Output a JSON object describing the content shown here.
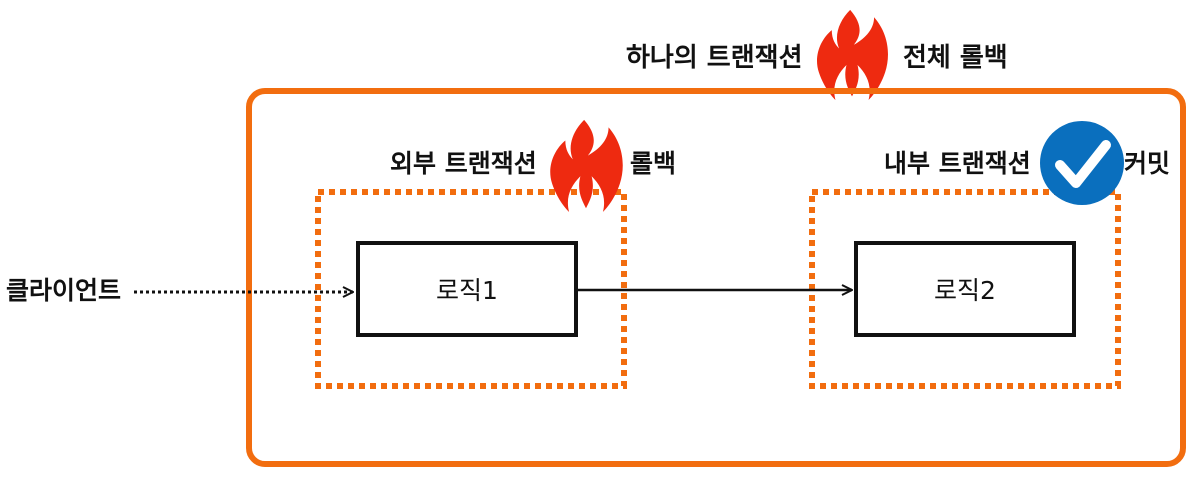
{
  "labels": {
    "global_prefix": "하나의 트랜잭션",
    "global_suffix": "전체 롤백",
    "outer_tx": "외부 트랜잭션",
    "outer_result": "롤백",
    "inner_tx": "내부 트랜잭션",
    "inner_result": "커밋",
    "client": "클라이언트",
    "logic1": "로직1",
    "logic2": "로직2"
  },
  "icons": {
    "rollback": "fire-icon",
    "commit": "check-circle-icon"
  },
  "colors": {
    "frame": "#f26d0f",
    "fire": "#ee2a10",
    "check_bg": "#0a6fbe",
    "text": "#111111"
  }
}
